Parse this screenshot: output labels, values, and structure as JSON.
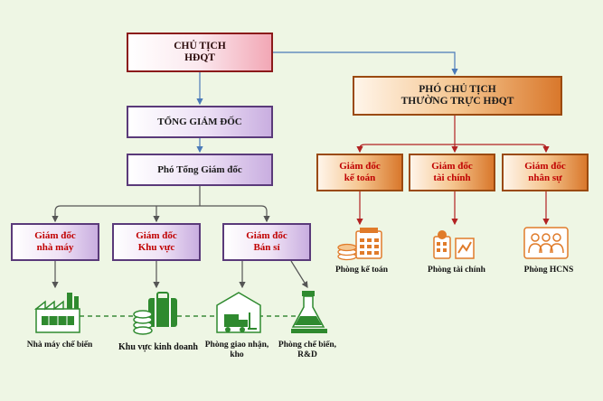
{
  "top": {
    "chair_line1": "CHỦ TỊCH",
    "chair_line2": "HĐQT",
    "ceo": "TỔNG GIÁM ĐỐC",
    "deputy": "Phó Tổng Giám đốc"
  },
  "left_directors": [
    {
      "line1": "Giám đốc",
      "line2": "nhà máy"
    },
    {
      "line1": "Giám đốc",
      "line2": "Khu vực"
    },
    {
      "line1": "Giám đốc",
      "line2": "Bán sỉ"
    }
  ],
  "left_units": [
    {
      "line1": "Nhà máy chế biến",
      "line2": ""
    },
    {
      "line1": "Khu vực kinh doanh",
      "line2": ""
    },
    {
      "line1": "Phòng giao nhận,",
      "line2": "kho"
    },
    {
      "line1": "Phòng chế biến,",
      "line2": "R&D"
    }
  ],
  "vice": {
    "line1": "PHÓ CHỦ TỊCH",
    "line2": "THƯỜNG TRỰC HĐQT"
  },
  "right_directors": [
    {
      "line1": "Giám đốc",
      "line2": "kế toán"
    },
    {
      "line1": "Giám đốc",
      "line2": "tài chính"
    },
    {
      "line1": "Giám đốc",
      "line2": "nhân sự"
    }
  ],
  "right_units": [
    {
      "label": "Phòng kế toán"
    },
    {
      "label": "Phòng tài chính"
    },
    {
      "label": "Phòng HCNS"
    }
  ],
  "colors": {
    "connector": "#4a7ab8",
    "director_text": "#c00000",
    "icon_green": "#2f8a2f",
    "icon_orange": "#e07b2a"
  }
}
